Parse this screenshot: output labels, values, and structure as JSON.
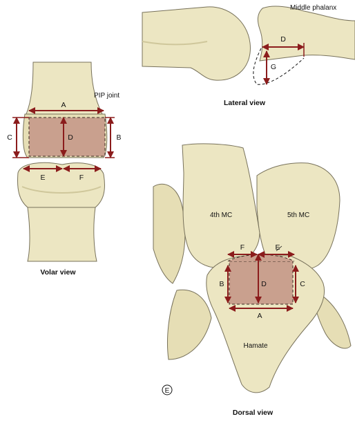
{
  "colors": {
    "bone_fill": "#ece6c2",
    "bone_shadow": "#cfc79b",
    "bone_outline": "#77715a",
    "cartilage_fill": "#c9a08e",
    "arrow": "#8b1c1c"
  },
  "volar": {
    "title": "Volar view",
    "joint_label": "PIP joint",
    "labels": {
      "a": "A",
      "b": "B",
      "c": "C",
      "d": "D",
      "e": "E",
      "f": "F"
    }
  },
  "lateral": {
    "title": "Lateral view",
    "phalanx_label": "Middle phalanx",
    "labels": {
      "d": "D",
      "g": "G"
    }
  },
  "dorsal": {
    "title": "Dorsal view",
    "mc4_label": "4th MC",
    "mc5_label": "5th MC",
    "hamate_label": "Hamate",
    "labels": {
      "a": "A",
      "b": "B",
      "c": "C",
      "d": "D",
      "e": "E",
      "f": "F"
    }
  },
  "panel_badge": "E"
}
